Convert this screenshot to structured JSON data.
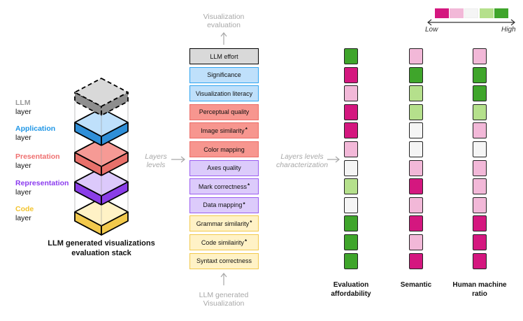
{
  "stack": {
    "layers": [
      {
        "name": "LLM",
        "suffix": "layer",
        "color": "#9a9a9a",
        "fill": "#d9d9d9",
        "edge": "#b0b0b0",
        "dashed": true
      },
      {
        "name": "Application",
        "suffix": "layer",
        "color": "#1e96e6",
        "fill": "#bfe0fb",
        "edge": "#2f8fd8",
        "dashed": false
      },
      {
        "name": "Presentation",
        "suffix": "layer",
        "color": "#ef6f6f",
        "fill": "#f69a95",
        "edge": "#e8706a",
        "dashed": false
      },
      {
        "name": "Representation",
        "suffix": "layer",
        "color": "#8b3bef",
        "fill": "#dcc9fb",
        "edge": "#8a3ee8",
        "dashed": false
      },
      {
        "name": "Code",
        "suffix": "layer",
        "color": "#f3c42e",
        "fill": "#fff2c6",
        "edge": "#f2c94c",
        "dashed": false
      }
    ],
    "title_line1": "LLM generated visualizations",
    "title_line2": "evaluation stack"
  },
  "flow": {
    "top_line1": "Visualization",
    "top_line2": "evaluation",
    "bottom_line1": "LLM generated",
    "bottom_line2": "Visualization",
    "arrow1_line1": "Layers",
    "arrow1_line2": "levels",
    "arrow2_line1": "Layers levels",
    "arrow2_line2": "characterization"
  },
  "layer_styles": {
    "llm": {
      "fill": "#d9d9d9",
      "border": "#000000"
    },
    "application": {
      "fill": "#bfe0fb",
      "border": "#2fa3f0"
    },
    "presentation": {
      "fill": "#f7968f",
      "border": "#ec6c66"
    },
    "representation": {
      "fill": "#dccbfb",
      "border": "#9a5cf0"
    },
    "code": {
      "fill": "#fff2c6",
      "border": "#f2c94c"
    }
  },
  "metrics": [
    {
      "label": "LLM effort",
      "star": "",
      "layer": "llm"
    },
    {
      "label": "Significance",
      "star": "",
      "layer": "application"
    },
    {
      "label": "Visualization literacy",
      "star": "",
      "layer": "application"
    },
    {
      "label": "Perceptual quality",
      "star": "",
      "layer": "presentation"
    },
    {
      "label": "Image similarity",
      "star": "*",
      "layer": "presentation"
    },
    {
      "label": "Color mapping",
      "star": "",
      "layer": "presentation"
    },
    {
      "label": "Axes quality",
      "star": "",
      "layer": "representation"
    },
    {
      "label": "Mark correctness",
      "star": "*",
      "layer": "representation"
    },
    {
      "label": "Data mapping",
      "star": "*",
      "layer": "representation"
    },
    {
      "label": "Grammar similarity",
      "star": "*",
      "layer": "code"
    },
    {
      "label": "Code similairity",
      "star": "*",
      "layer": "code"
    },
    {
      "label": "Syntaxt correctness",
      "star": "",
      "layer": "code"
    }
  ],
  "columns": [
    {
      "line1": "Evaluation",
      "line2": "affordability",
      "levels": [
        4,
        0,
        1,
        0,
        0,
        1,
        2,
        3,
        2,
        4,
        4,
        4
      ]
    },
    {
      "line1": "Semantic",
      "line2": "",
      "levels": [
        1,
        4,
        3,
        3,
        2,
        2,
        1,
        0,
        1,
        0,
        1,
        0
      ]
    },
    {
      "line1": "Human machine",
      "line2": "ratio",
      "levels": [
        1,
        4,
        4,
        3,
        1,
        2,
        1,
        1,
        1,
        0,
        0,
        0
      ]
    }
  ],
  "legend": {
    "low_label": "Low",
    "high_label": "High",
    "colors": [
      "#d4177f",
      "#f2b8d8",
      "#f5f5f5",
      "#b5e08c",
      "#3fa52b"
    ]
  }
}
